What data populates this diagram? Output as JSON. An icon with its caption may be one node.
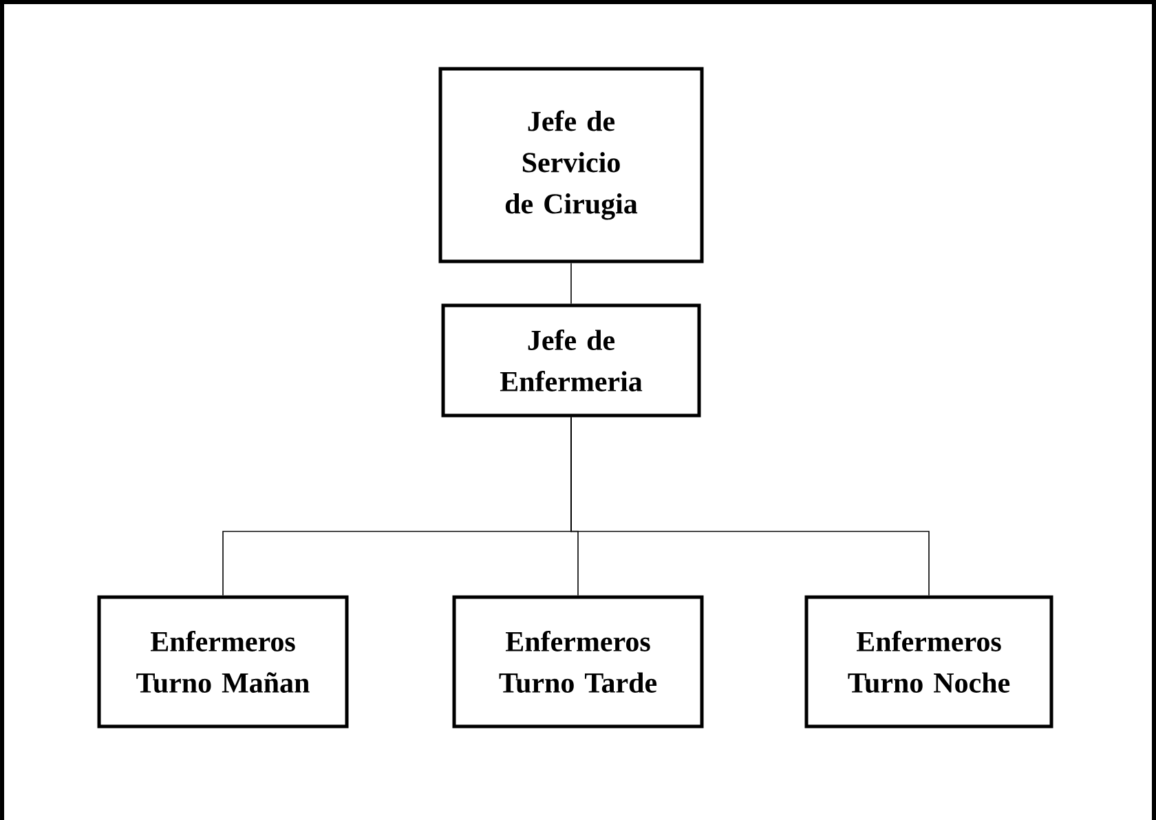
{
  "diagram": {
    "nodes": [
      {
        "text": [
          "Jefe de Servicio de Cirugia"
        ]
      },
      {
        "text": [
          "Jefe de Enfermeria"
        ]
      },
      {
        "text": [
          "Enfermeros Turno Mañan"
        ]
      },
      {
        "text": [
          "Enfermeros Turno Tarde"
        ]
      },
      {
        "text": [
          "Enfermeros Turno Noche"
        ]
      }
    ],
    "edges": [
      {
        "from": 0,
        "to": 1,
        "arrow": "none"
      },
      {
        "from": 1,
        "to": 2,
        "arrow": "none"
      },
      {
        "from": 1,
        "to": 3,
        "arrow": "none"
      },
      {
        "from": 1,
        "to": 4,
        "arrow": "none"
      }
    ]
  }
}
